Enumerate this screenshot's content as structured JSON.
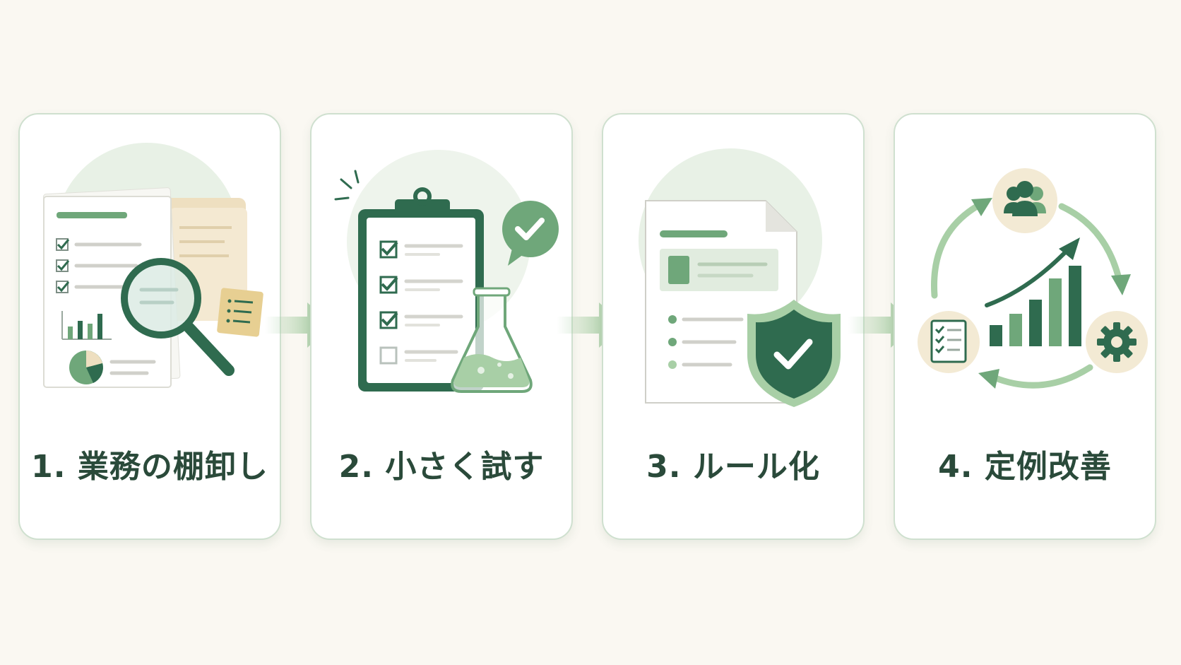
{
  "steps": [
    {
      "label": "1. 業務の棚卸し"
    },
    {
      "label": "2. 小さく試す"
    },
    {
      "label": "3. ルール化"
    },
    {
      "label": "4. 定例改善"
    }
  ],
  "colors": {
    "background": "#faf8f2",
    "card_border": "#cfe0cf",
    "dark_green": "#2f6b4f",
    "mid_green": "#6fa77a",
    "light_green": "#a8cfa6",
    "pale_green": "#e8f1e6",
    "cream": "#f3ead4",
    "label_text": "#2a4a3a"
  },
  "icons": [
    "documents-magnifier-icon",
    "clipboard-checklist-flask-icon",
    "rule-document-shield-icon",
    "improvement-cycle-icon"
  ]
}
